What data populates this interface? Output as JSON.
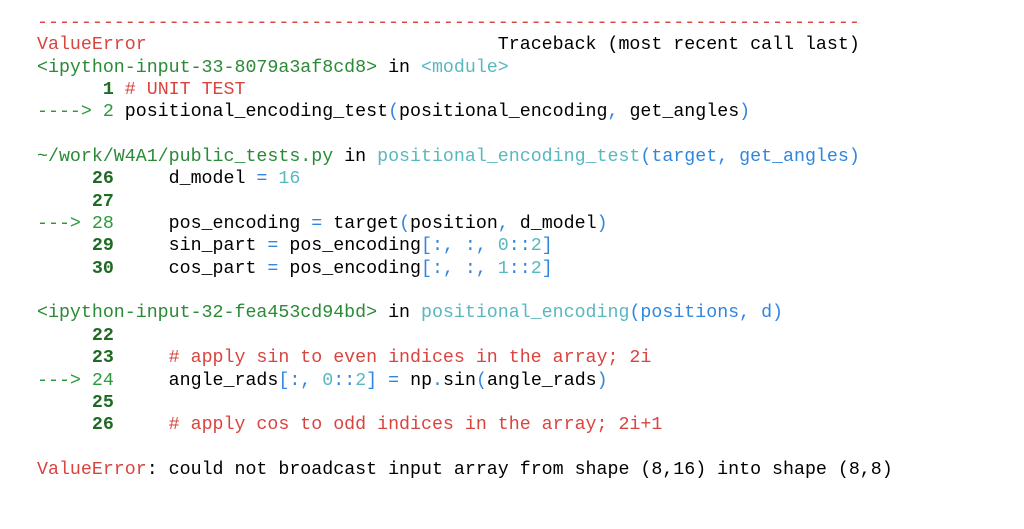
{
  "colors": {
    "red": "#d9443f",
    "green": "#2a8a36",
    "cyan": "#58b8bf",
    "blue": "#2f86e0"
  },
  "lines": [
    [
      [
        "r",
        "---------------------------------------------------------------------------"
      ]
    ],
    [
      [
        "r",
        "ValueError"
      ],
      [
        "k",
        "                                Traceback (most recent call last)"
      ]
    ],
    [
      [
        "g",
        "<ipython-input-33-8079a3af8cd8>"
      ],
      [
        "k",
        " in "
      ],
      [
        "c",
        "<module>"
      ]
    ],
    [
      [
        "gb",
        "      1"
      ],
      [
        "k",
        " "
      ],
      [
        "r",
        "# UNIT TEST"
      ]
    ],
    [
      [
        "ga",
        "----> 2"
      ],
      [
        "k",
        " positional_encoding_test"
      ],
      [
        "b",
        "("
      ],
      [
        "k",
        "positional_encoding"
      ],
      [
        "b",
        ","
      ],
      [
        "k",
        " get_angles"
      ],
      [
        "b",
        ")"
      ]
    ],
    [],
    [
      [
        "g",
        "~/work/W4A1/public_tests.py"
      ],
      [
        "k",
        " in "
      ],
      [
        "c",
        "positional_encoding_test"
      ],
      [
        "b",
        "(target, get_angles)"
      ]
    ],
    [
      [
        "gb",
        "     26"
      ],
      [
        "k",
        "     d_model "
      ],
      [
        "b",
        "="
      ],
      [
        "k",
        " "
      ],
      [
        "c",
        "16"
      ]
    ],
    [
      [
        "gb",
        "     27"
      ]
    ],
    [
      [
        "ga",
        "---> 28"
      ],
      [
        "k",
        "     pos_encoding "
      ],
      [
        "b",
        "="
      ],
      [
        "k",
        " target"
      ],
      [
        "b",
        "("
      ],
      [
        "k",
        "position"
      ],
      [
        "b",
        ","
      ],
      [
        "k",
        " d_model"
      ],
      [
        "b",
        ")"
      ]
    ],
    [
      [
        "gb",
        "     29"
      ],
      [
        "k",
        "     sin_part "
      ],
      [
        "b",
        "="
      ],
      [
        "k",
        " pos_encoding"
      ],
      [
        "b",
        "[:, :, "
      ],
      [
        "c",
        "0"
      ],
      [
        "b",
        "::"
      ],
      [
        "c",
        "2"
      ],
      [
        "b",
        "]"
      ]
    ],
    [
      [
        "gb",
        "     30"
      ],
      [
        "k",
        "     cos_part "
      ],
      [
        "b",
        "="
      ],
      [
        "k",
        " pos_encoding"
      ],
      [
        "b",
        "[:, :, "
      ],
      [
        "c",
        "1"
      ],
      [
        "b",
        "::"
      ],
      [
        "c",
        "2"
      ],
      [
        "b",
        "]"
      ]
    ],
    [],
    [
      [
        "g",
        "<ipython-input-32-fea453cd94bd>"
      ],
      [
        "k",
        " in "
      ],
      [
        "c",
        "positional_encoding"
      ],
      [
        "b",
        "(positions, d)"
      ]
    ],
    [
      [
        "gb",
        "     22"
      ]
    ],
    [
      [
        "gb",
        "     23"
      ],
      [
        "k",
        "     "
      ],
      [
        "r",
        "# apply sin to even indices in the array; 2i"
      ]
    ],
    [
      [
        "ga",
        "---> 24"
      ],
      [
        "k",
        "     angle_rads"
      ],
      [
        "b",
        "[:, "
      ],
      [
        "c",
        "0"
      ],
      [
        "b",
        "::"
      ],
      [
        "c",
        "2"
      ],
      [
        "b",
        "]"
      ],
      [
        "k",
        " "
      ],
      [
        "b",
        "="
      ],
      [
        "k",
        " np"
      ],
      [
        "b",
        "."
      ],
      [
        "k",
        "sin"
      ],
      [
        "b",
        "("
      ],
      [
        "k",
        "angle_rads"
      ],
      [
        "b",
        ")"
      ]
    ],
    [
      [
        "gb",
        "     25"
      ]
    ],
    [
      [
        "gb",
        "     26"
      ],
      [
        "k",
        "     "
      ],
      [
        "r",
        "# apply cos to odd indices in the array; 2i+1"
      ]
    ],
    [],
    [
      [
        "r",
        "ValueError"
      ],
      [
        "k",
        ": could not broadcast input array from shape (8,16) into shape (8,8)"
      ]
    ]
  ]
}
